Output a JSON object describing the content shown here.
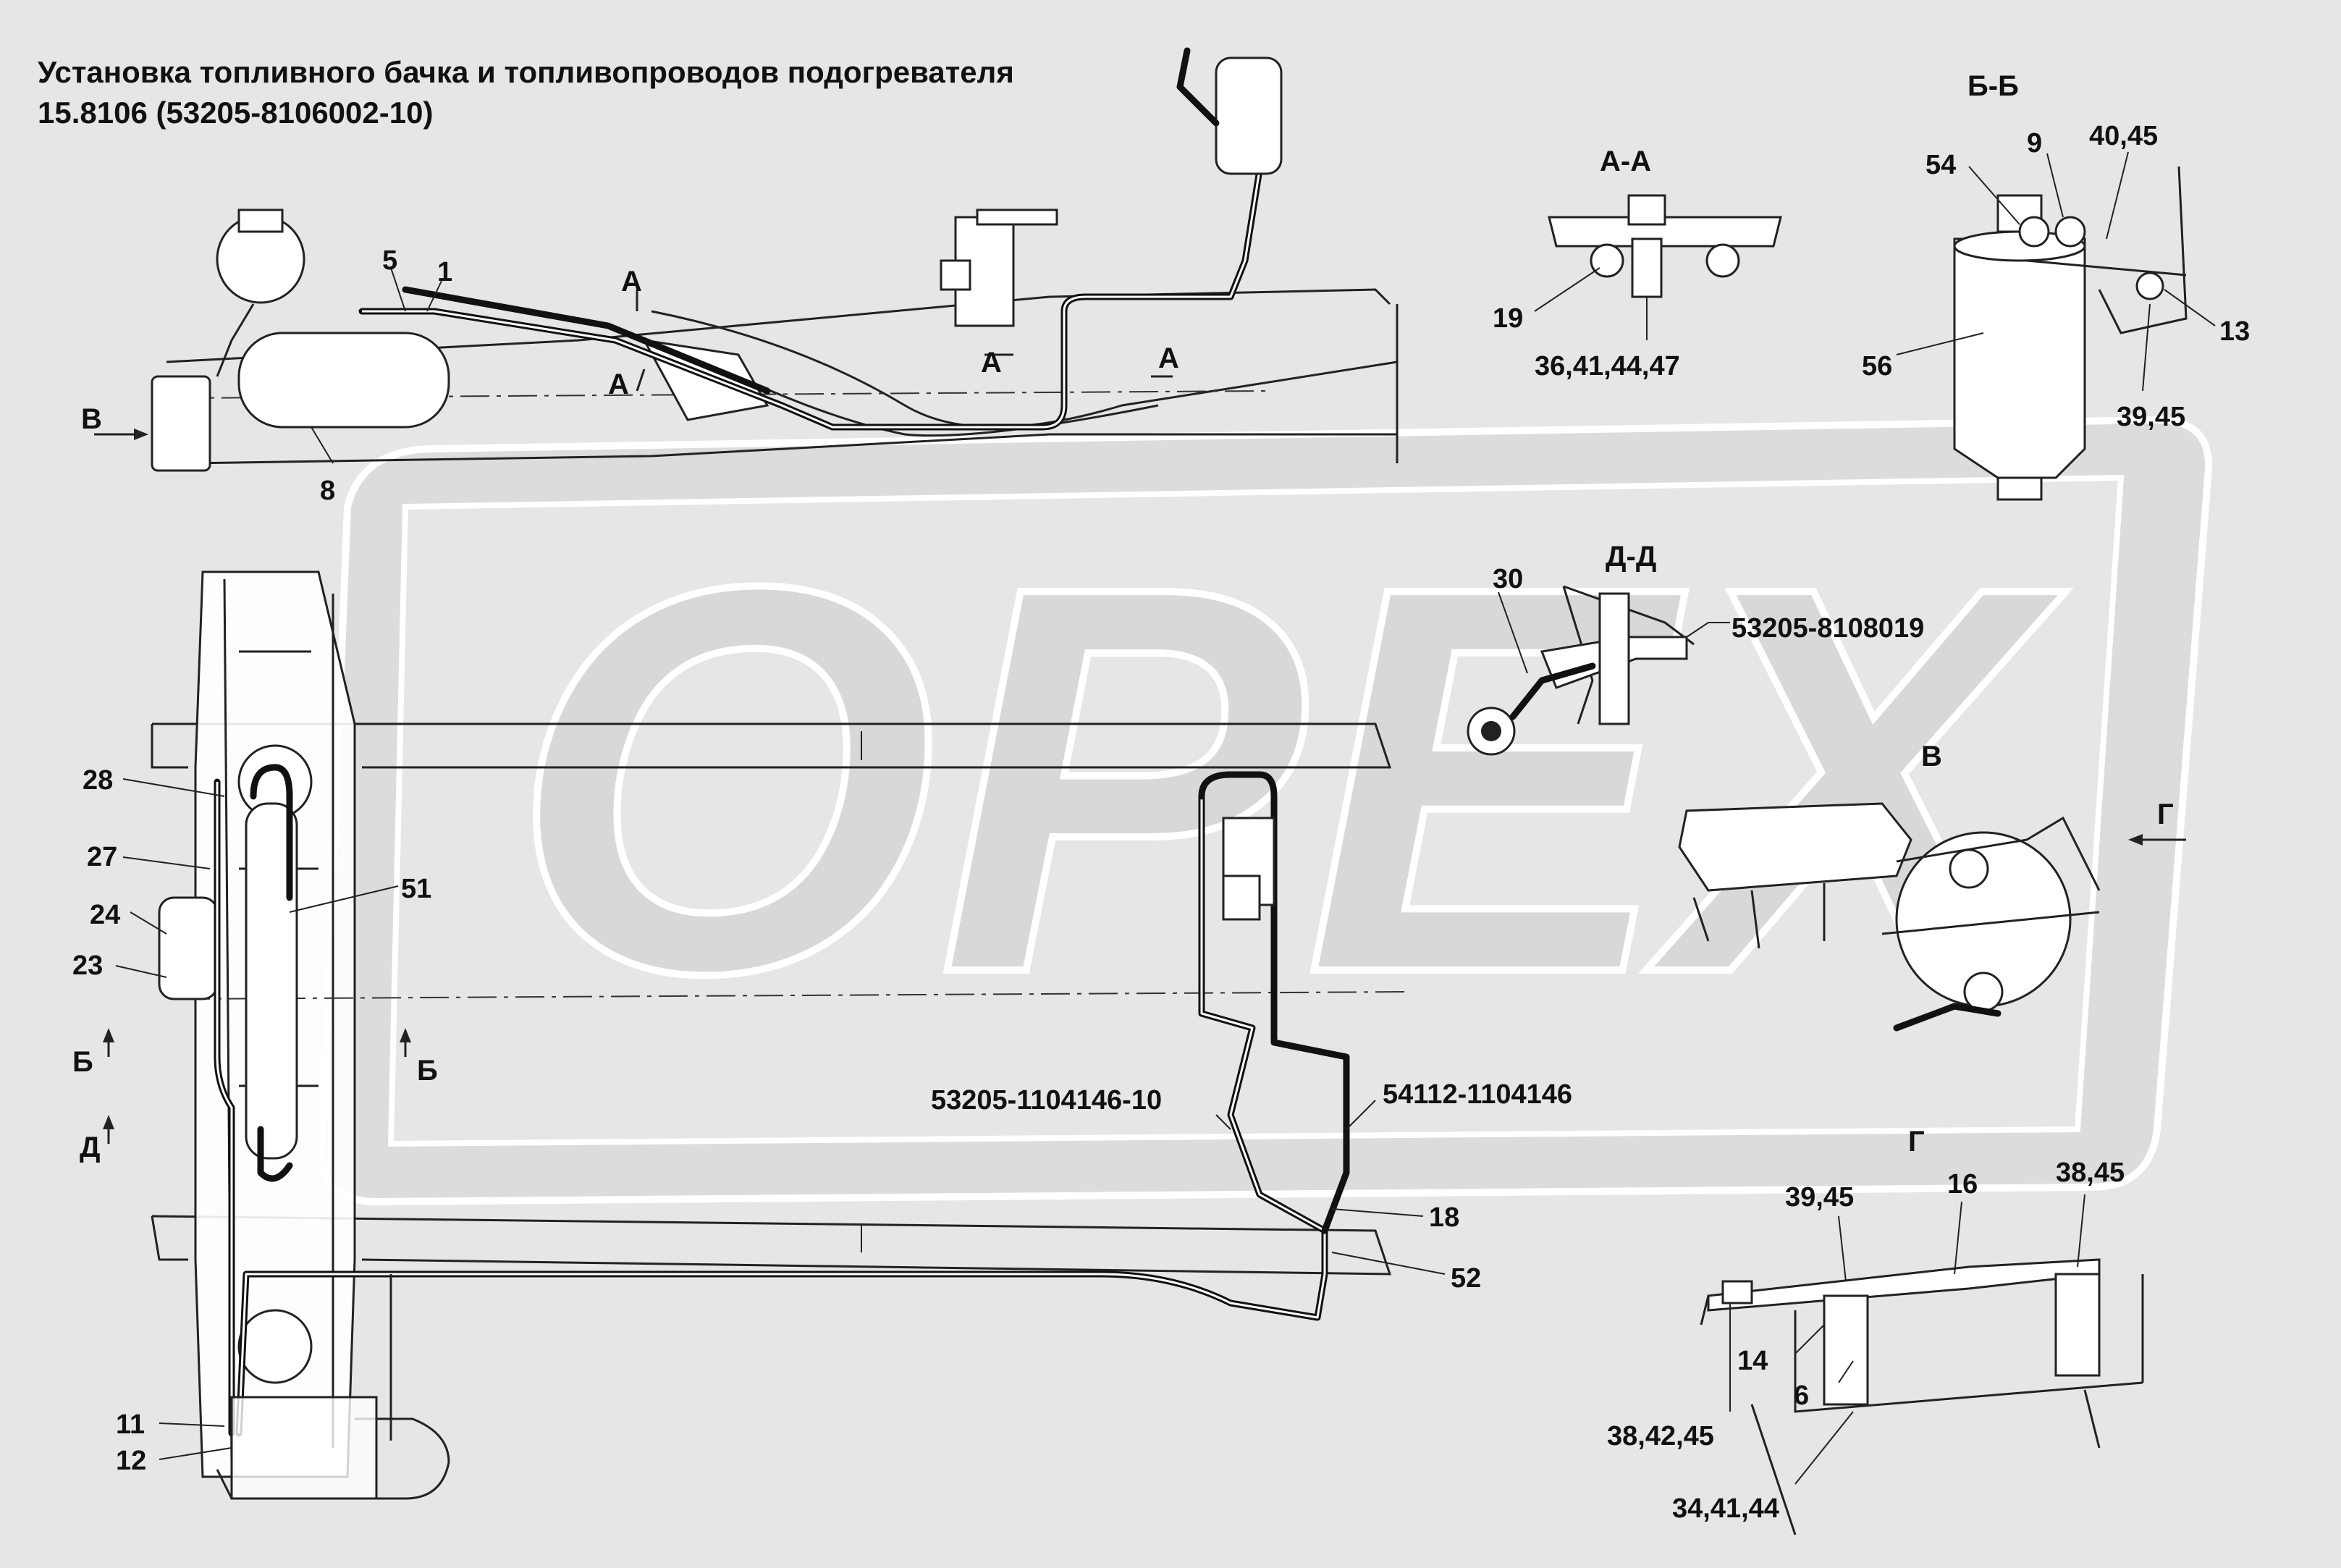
{
  "title": {
    "line1": "Установка топливного бачка и топливопроводов подогревателя",
    "line2": "15.8106 (53205-8106002-10)"
  },
  "watermark": {
    "text": "OPEX",
    "color": "#d4d4d4"
  },
  "colors": {
    "background": "#e6e6e6",
    "lines": "#222222"
  },
  "section_labels": {
    "aa": "А-А",
    "bb": "Б-Б",
    "dd": "Д-Д",
    "v": "В",
    "g": "Г",
    "view_v_arrow": "В",
    "a_mark_1": "А",
    "a_mark_2": "А",
    "a_mark_3": "А",
    "a_mark_4": "А",
    "b_mark_1": "Б",
    "b_mark_2": "Б",
    "d_mark": "Д",
    "g_mark": "Г"
  },
  "callouts": {
    "c1": "1",
    "c5": "5",
    "c8": "8",
    "c19": "19",
    "c36": "36,41,44,47",
    "c54": "54",
    "c9": "9",
    "c40": "40,45",
    "c13": "13",
    "c56": "56",
    "c39": "39,45",
    "c30": "30",
    "c53205_8108019": "53205-8108019",
    "c28": "28",
    "c27": "27",
    "c51": "51",
    "c24": "24",
    "c23": "23",
    "c53205_1104146": "53205-1104146-10",
    "c54112": "54112-1104146",
    "c18": "18",
    "c52": "52",
    "c11": "11",
    "c12": "12",
    "g39": "39,45",
    "g16": "16",
    "g38": "38,45",
    "g14": "14",
    "g6": "6",
    "g3842": "38,42,45",
    "g34": "34,41,44"
  }
}
